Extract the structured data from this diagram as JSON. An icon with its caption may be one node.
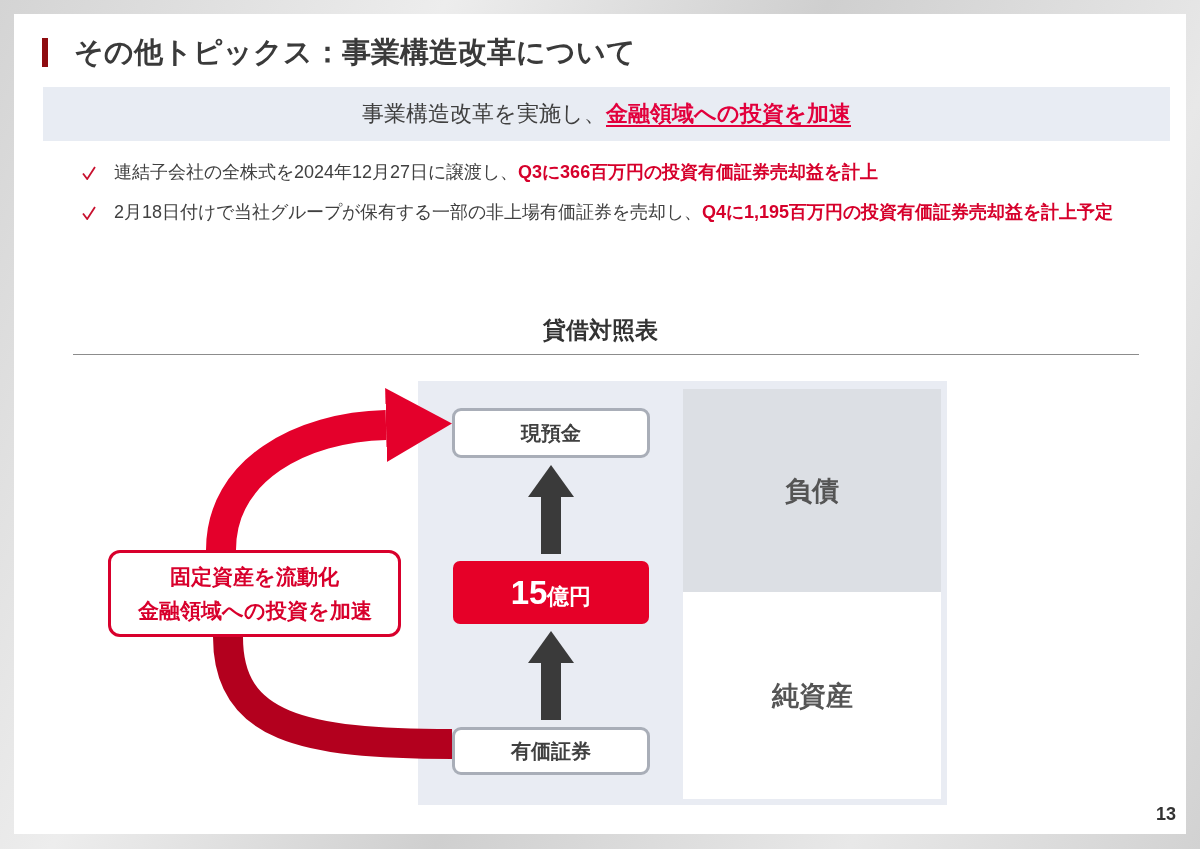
{
  "diagram": {
    "title": "その他トピックス：事業構造改革について",
    "nodes": [
      {
        "text": [
          "事業構造改革を実施し、**金融領域への投資を加速**"
        ]
      },
      {
        "text": [
          "固定資産を流動化",
          "金融領域への投資を加速"
        ]
      },
      {
        "text": [],
        "shape": "box"
      },
      {
        "text": [
          "現預金"
        ],
        "in": 2
      },
      {
        "text": [
          "負債"
        ],
        "in": 2
      },
      {
        "text": [
          "15億円"
        ],
        "in": 2
      },
      {
        "text": [
          "純資産"
        ],
        "in": 2
      },
      {
        "text": [
          "有価証券"
        ],
        "in": 2
      }
    ],
    "edges": [
      {
        "from": 7,
        "to": 5,
        "arrow": "to",
        "color": "#3a3a3a"
      },
      {
        "from": 5,
        "to": 3,
        "arrow": "to",
        "color": "#3a3a3a"
      },
      {
        "from": 7,
        "to": 1,
        "arrow": "none",
        "color": "#b3001e"
      },
      {
        "from": 1,
        "to": 3,
        "arrow": "to",
        "color": "#e4002b"
      }
    ],
    "labels": [
      "連結子会社の全株式を2024年12月27日に譲渡し、**Q3に366百万円の投資有価証券売却益を計上**",
      "2月18日付けで当社グループが保有する一部の非上場有価証券を売却し、**Q4に1,195百万円の投資有価証券売却益を計上予定**",
      "貸借対照表",
      "13"
    ]
  }
}
